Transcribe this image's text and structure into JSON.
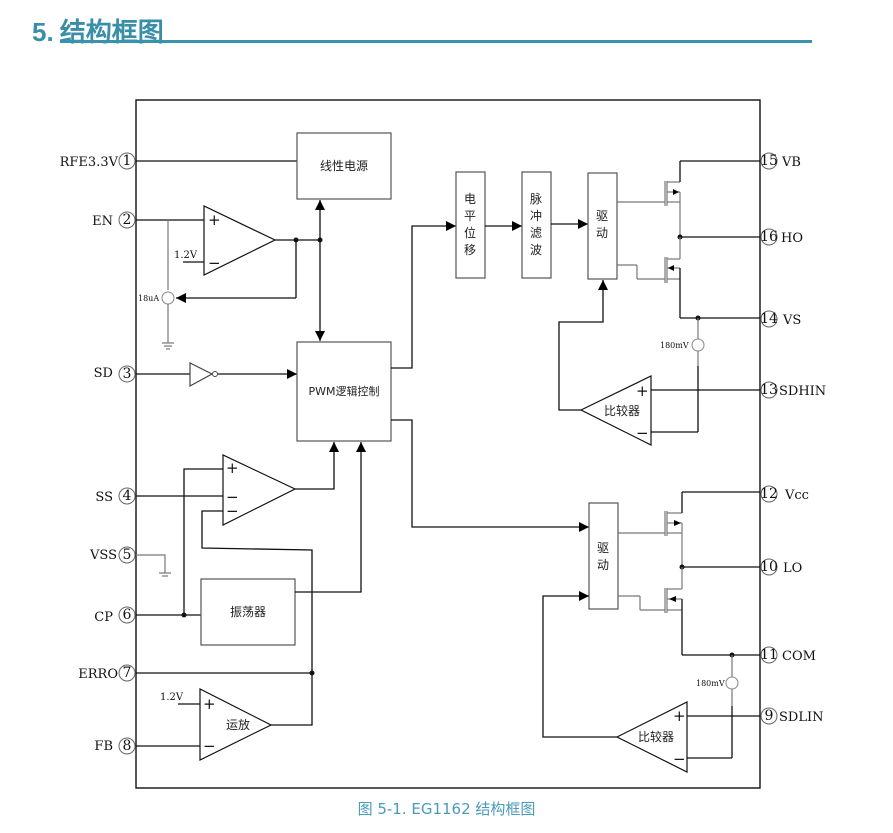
{
  "section": {
    "number": "5.",
    "title": "结构框图"
  },
  "caption": "图 5-1. EG1162 结构框图",
  "blocks": {
    "linear_power": "线性电源",
    "pwm_logic": "PWM逻辑控制",
    "level_shift": [
      "电",
      "平",
      "位",
      "移"
    ],
    "pulse_filter": [
      "脉",
      "冲",
      "滤",
      "波"
    ],
    "driver_high": [
      "驱",
      "动"
    ],
    "driver_low": [
      "驱",
      "动"
    ],
    "oscillator": "振荡器",
    "opamp": "运放",
    "comparator_high": "比较器",
    "comparator_low": "比较器"
  },
  "pins_left": [
    {
      "num": "1",
      "name": "RFE3.3V"
    },
    {
      "num": "2",
      "name": "EN"
    },
    {
      "num": "3",
      "name": "SD"
    },
    {
      "num": "4",
      "name": "SS"
    },
    {
      "num": "5",
      "name": "VSS"
    },
    {
      "num": "6",
      "name": "CP"
    },
    {
      "num": "7",
      "name": "ERRO"
    },
    {
      "num": "8",
      "name": "FB"
    }
  ],
  "pins_right": [
    {
      "num": "15",
      "name": "VB"
    },
    {
      "num": "16",
      "name": "HO"
    },
    {
      "num": "14",
      "name": "VS"
    },
    {
      "num": "13",
      "name": "SDHIN"
    },
    {
      "num": "12",
      "name": "Vcc"
    },
    {
      "num": "10",
      "name": "LO"
    },
    {
      "num": "11",
      "name": "COM"
    },
    {
      "num": "9",
      "name": "SDLIN"
    }
  ],
  "labels": {
    "en_ref": "1.2V",
    "current_source": "18uA",
    "opamp_ref": "1.2V",
    "offset_high": "180mV",
    "offset_low": "180mV",
    "plus": "+",
    "minus": "−"
  }
}
